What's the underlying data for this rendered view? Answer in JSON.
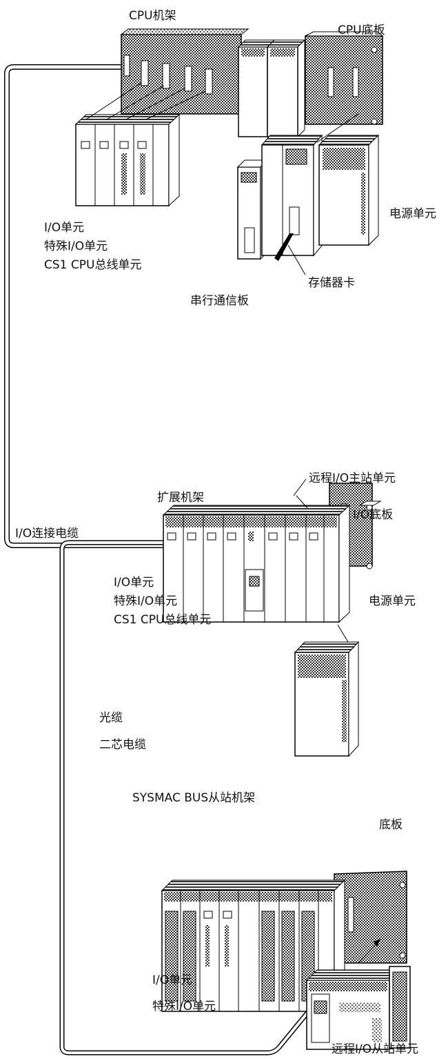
{
  "labels": {
    "cpu_rack": "CPU机架",
    "cpu_backplane": "CPU底板",
    "cpu_power_unit": "电源单元",
    "cpu_io_unit": "I/O单元",
    "cpu_special_io_unit": "特殊I/O单元",
    "cpu_bus_unit": "CS1 CPU总线单元",
    "memory_card": "存储器卡",
    "serial_board": "串行通信板",
    "remote_master": "远程I/O主站单元",
    "expansion_rack": "扩展机架",
    "io_backplane": "I/O底板",
    "io_connect_cable": "I/O连接电缆",
    "exp_io_unit": "I/O单元",
    "exp_special_io_unit": "特殊I/O单元",
    "exp_bus_unit": "CS1 CPU总线单元",
    "exp_power_unit": "电源单元",
    "optical_cable": "光缆",
    "twin_core_cable": "二芯电缆",
    "slave_rack": "SYSMAC BUS从站机架",
    "slave_backplane": "底板",
    "slave_io_unit": "I/O单元",
    "slave_special_io_unit": "特殊I/O单元",
    "remote_slave": "远程I/O从站单元"
  }
}
